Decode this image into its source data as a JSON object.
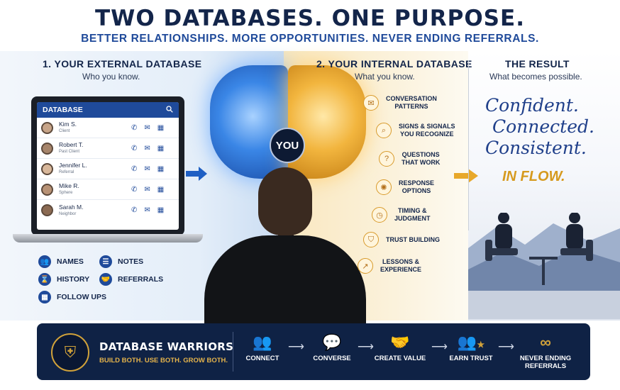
{
  "headline": "TWO DATABASES. ONE PURPOSE.",
  "subheadline": "BETTER RELATIONSHIPS. MORE OPPORTUNITIES. NEVER ENDING REFERRALS.",
  "external": {
    "title": "1. YOUR EXTERNAL DATABASE",
    "subtitle": "Who you know.",
    "database": {
      "header": "DATABASE",
      "contacts": [
        {
          "name": "Kim S.",
          "role": "Client"
        },
        {
          "name": "Robert T.",
          "role": "Past Client"
        },
        {
          "name": "Jennifer L.",
          "role": "Referral"
        },
        {
          "name": "Mike R.",
          "role": "Sphere"
        },
        {
          "name": "Sarah M.",
          "role": "Neighbor"
        }
      ]
    },
    "legend": [
      {
        "icon": "people-icon",
        "label": "NAMES"
      },
      {
        "icon": "notes-icon",
        "label": "NOTES"
      },
      {
        "icon": "history-icon",
        "label": "HISTORY"
      },
      {
        "icon": "handshake-icon",
        "label": "REFERRALS"
      },
      {
        "icon": "calendar-icon",
        "label": "FOLLOW UPS"
      }
    ]
  },
  "center": {
    "badge": "YOU"
  },
  "internal": {
    "title": "2. YOUR INTERNAL DATABASE",
    "subtitle": "What you know.",
    "items": [
      {
        "icon": "chat-icon",
        "label1": "CONVERSATION",
        "label2": "PATTERNS"
      },
      {
        "icon": "search-icon",
        "label1": "SIGNS & SIGNALS",
        "label2": "YOU RECOGNIZE"
      },
      {
        "icon": "question-icon",
        "label1": "QUESTIONS",
        "label2": "THAT WORK"
      },
      {
        "icon": "lightbulb-icon",
        "label1": "RESPONSE",
        "label2": "OPTIONS"
      },
      {
        "icon": "clock-icon",
        "label1": "TIMING &",
        "label2": "JUDGMENT"
      },
      {
        "icon": "shield-icon",
        "label1": "TRUST BUILDING",
        "label2": ""
      },
      {
        "icon": "growth-chart-icon",
        "label1": "LESSONS &",
        "label2": "EXPERIENCE"
      }
    ]
  },
  "result": {
    "title": "THE RESULT",
    "subtitle": "What becomes possible.",
    "lines": [
      "Confident.",
      "Connected.",
      "Consistent."
    ],
    "inflow": "IN FLOW."
  },
  "banner": {
    "brand": "DATABASE WARRIORS",
    "tagline": "BUILD BOTH. USE BOTH. GROW BOTH.",
    "steps": [
      {
        "icon": "people-icon",
        "label1": "CONNECT",
        "label2": ""
      },
      {
        "icon": "conversation-icon",
        "label1": "CONVERSE",
        "label2": ""
      },
      {
        "icon": "handshake-icon",
        "label1": "CREATE VALUE",
        "label2": ""
      },
      {
        "icon": "star-group-icon",
        "label1": "EARN TRUST",
        "label2": ""
      },
      {
        "icon": "infinity-icon",
        "label1": "NEVER ENDING",
        "label2": "REFERRALS"
      }
    ]
  },
  "colors": {
    "navy": "#0f2245",
    "blue": "#1f4a9a",
    "gold": "#d69a1e"
  }
}
